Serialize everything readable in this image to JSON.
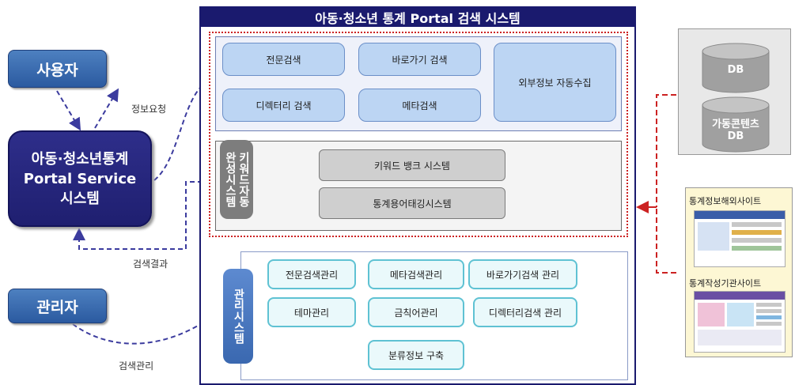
{
  "title": "아동·청소년 통계 Portal 검색 시스템",
  "actors": {
    "user": "사용자",
    "portal_line1": "아동·청소년통계",
    "portal_line2": "Portal Service",
    "portal_line3": "시스템",
    "admin": "관리자"
  },
  "edge_labels": {
    "info_request": "정보요청",
    "search_result": "검색결과",
    "search_manage": "검색관리"
  },
  "search_panel": {
    "full_text": "전문검색",
    "shortcut": "바로가기 검색",
    "directory": "디렉터리 검색",
    "meta": "메타검색",
    "external": "외부정보 자동수집"
  },
  "autocomplete": {
    "label_col1": "키워드자동",
    "label_col2": "완성시스템",
    "keyword_bank": "키워드 뱅크 시스템",
    "tagging": "통계용어태깅시스템"
  },
  "management": {
    "label": "관리시스템",
    "items": [
      "전문검색관리",
      "메타검색관리",
      "바로가기검색 관리",
      "테마관리",
      "금칙어관리",
      "디렉터리검색 관리",
      "분류정보 구축"
    ]
  },
  "databases": {
    "db1": "DB",
    "db2_line1": "가동콘텐츠",
    "db2_line2": "DB"
  },
  "sites": {
    "site1": "통계정보해외사이트",
    "site2": "통계작성기관사이트"
  },
  "colors": {
    "frame": "#1a1a6e",
    "accent_red": "#cc2222",
    "arrow_blue": "#3b3b9e"
  }
}
